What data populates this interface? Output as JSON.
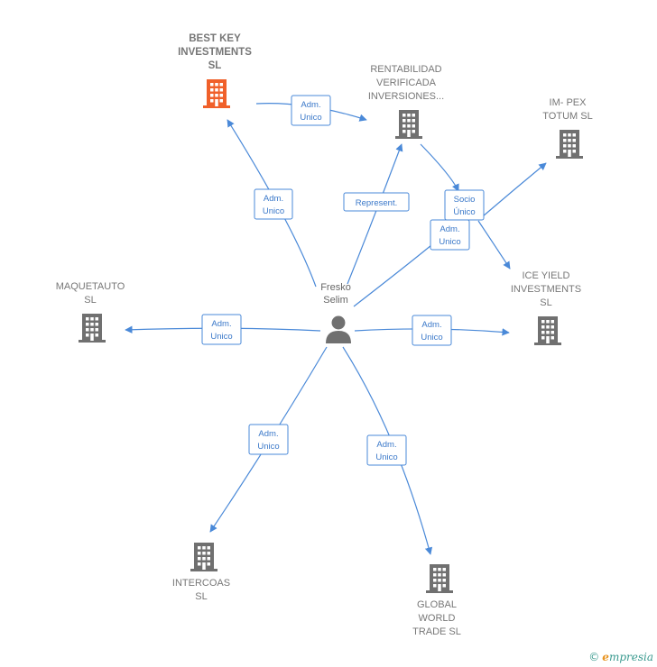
{
  "center": {
    "label_line1": "Fresko",
    "label_line2": "Selim",
    "icon": "person-icon"
  },
  "companies": [
    {
      "id": "best-key",
      "lines": [
        "BEST KEY",
        "INVESTMENTS",
        "SL"
      ],
      "highlight": true,
      "icon": "building-icon"
    },
    {
      "id": "rentabilidad",
      "lines": [
        "RENTABILIDAD",
        "VERIFICADA",
        "INVERSIONES..."
      ],
      "highlight": false,
      "icon": "building-icon"
    },
    {
      "id": "im-pex",
      "lines": [
        "IM- PEX",
        "TOTUM  SL"
      ],
      "highlight": false,
      "icon": "building-icon"
    },
    {
      "id": "ice-yield",
      "lines": [
        "ICE YIELD",
        "INVESTMENTS",
        "SL"
      ],
      "highlight": false,
      "icon": "building-icon"
    },
    {
      "id": "maquetauto",
      "lines": [
        "MAQUETAUTO",
        "SL"
      ],
      "highlight": false,
      "icon": "building-icon"
    },
    {
      "id": "intercoas",
      "lines": [
        "INTERCOAS",
        "SL"
      ],
      "highlight": false,
      "icon": "building-icon"
    },
    {
      "id": "global-world",
      "lines": [
        "GLOBAL",
        "WORLD",
        "TRADE  SL"
      ],
      "highlight": false,
      "icon": "building-icon"
    }
  ],
  "edges": [
    {
      "id": "e-bestkey",
      "from": "center",
      "to": "best-key",
      "lines": [
        "Adm.",
        "Unico"
      ]
    },
    {
      "id": "e-bestkey-rent",
      "from": "best-key",
      "to": "rentabilidad",
      "lines": [
        "Adm.",
        "Unico"
      ]
    },
    {
      "id": "e-rent",
      "from": "center",
      "to": "rentabilidad",
      "lines": [
        "Represent."
      ]
    },
    {
      "id": "e-rent-impex",
      "from": "rentabilidad",
      "to": "im-pex",
      "lines": [
        "Socio",
        "Único"
      ]
    },
    {
      "id": "e-impex",
      "from": "center",
      "to": "ice-yield",
      "lines": [
        "Adm.",
        "Unico"
      ]
    },
    {
      "id": "e-ice",
      "from": "center",
      "to": "ice-yield",
      "lines": [
        "Adm.",
        "Unico"
      ]
    },
    {
      "id": "e-maq",
      "from": "center",
      "to": "maquetauto",
      "lines": [
        "Adm.",
        "Unico"
      ]
    },
    {
      "id": "e-inter",
      "from": "center",
      "to": "intercoas",
      "lines": [
        "Adm.",
        "Unico"
      ]
    },
    {
      "id": "e-global",
      "from": "center",
      "to": "global-world",
      "lines": [
        "Adm.",
        "Unico"
      ]
    }
  ],
  "colors": {
    "edge": "#4a89d8",
    "building": "#707070",
    "highlight": "#f0602a",
    "label": "#777777"
  },
  "footer": {
    "copyright": "©",
    "brand_first": "e",
    "brand_rest": "mpresia"
  }
}
